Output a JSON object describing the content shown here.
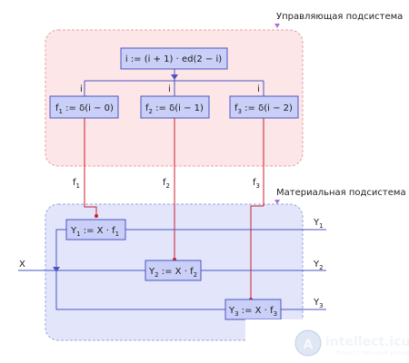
{
  "control": {
    "title": "Управляющая подсистема",
    "top_block": "i := (i + 1) · ed(2 − i)",
    "loop_labels": [
      "i",
      "i",
      "i"
    ],
    "f_blocks": [
      {
        "pre": "f",
        "sub": "1",
        "post": " := δ(i − 0)"
      },
      {
        "pre": "f",
        "sub": "2",
        "post": " := δ(i − 1)"
      },
      {
        "pre": "f",
        "sub": "3",
        "post": " := δ(i − 2)"
      }
    ]
  },
  "signals": [
    {
      "pre": "f",
      "sub": "1"
    },
    {
      "pre": "f",
      "sub": "2"
    },
    {
      "pre": "f",
      "sub": "3"
    }
  ],
  "material": {
    "title": "Материальная подсистема",
    "input": "X",
    "y_blocks": [
      {
        "pre": "Y",
        "sub1": "1",
        "mid": " := X · f",
        "sub2": "1"
      },
      {
        "pre": "Y",
        "sub1": "2",
        "mid": " := X · f",
        "sub2": "2"
      },
      {
        "pre": "Y",
        "sub1": "3",
        "mid": " := X · f",
        "sub2": "3"
      }
    ],
    "outputs": [
      {
        "pre": "Y",
        "sub": "1"
      },
      {
        "pre": "Y",
        "sub": "2"
      },
      {
        "pre": "Y",
        "sub": "3"
      }
    ]
  },
  "watermark": {
    "main": "intellect.icu",
    "sub": "Искусственный разум"
  },
  "colors": {
    "control_fill": "#fde6e8",
    "control_stroke": "#e8a0a8",
    "material_fill": "#e3e6fb",
    "material_stroke": "#9aa4dc",
    "block_fill": "#c9cff7",
    "block_stroke": "#4a55c0",
    "wire_blue": "#4a55c0",
    "wire_red": "#cc1f2c"
  }
}
